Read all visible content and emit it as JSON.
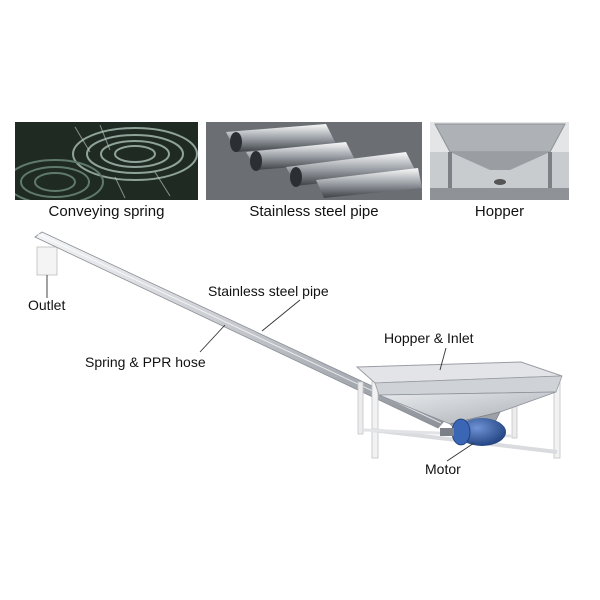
{
  "photos": [
    {
      "caption": "Conveying spring",
      "icon": "spring-photo-icon"
    },
    {
      "caption": "Stainless steel pipe",
      "icon": "steel-pipe-photo-icon"
    },
    {
      "caption": "Hopper",
      "icon": "hopper-photo-icon"
    }
  ],
  "labels": {
    "outlet": "Outlet",
    "pipe": "Stainless steel pipe",
    "hose": "Spring & PPR hose",
    "hopper": "Hopper & Inlet",
    "motor": "Motor"
  },
  "colors": {
    "pipe_steel": "#c9ccd1",
    "motor_blue": "#2c5aa8",
    "frame_white": "#f2f2f2",
    "leader_line": "#333333"
  }
}
